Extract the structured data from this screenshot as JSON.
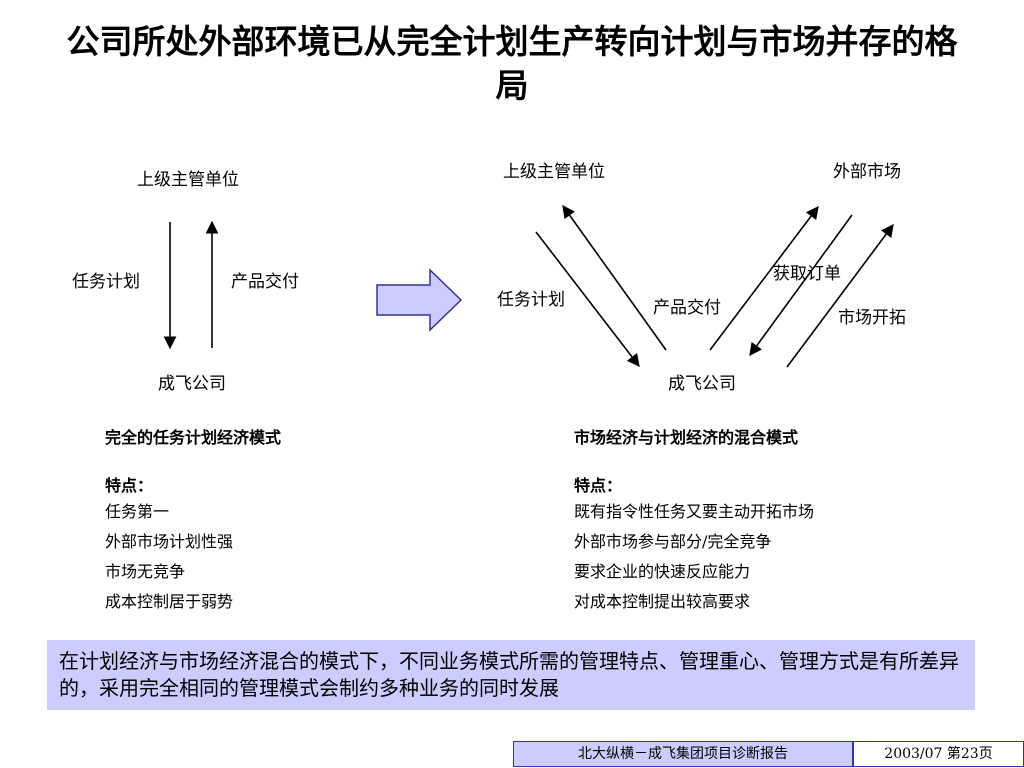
{
  "title": "公司所处外部环境已从完全计划生产转向计划与市场并存的格局",
  "left": {
    "top_label": "上级主管单位",
    "down_label": "任务计划",
    "up_label": "产品交付",
    "bottom_label": "成飞公司",
    "mode_title": "完全的任务计划经济模式",
    "features_heading": "特点：",
    "features": [
      "任务第一",
      "外部市场计划性强",
      "市场无竞争",
      "成本控制居于弱势"
    ]
  },
  "right": {
    "top_left_label": "上级主管单位",
    "top_right_label": "外部市场",
    "task_label": "任务计划",
    "delivery_label": "产品交付",
    "order_label": "获取订单",
    "market_label": "市场开拓",
    "bottom_label": "成飞公司",
    "mode_title": "市场经济与计划经济的混合模式",
    "features_heading": "特点：",
    "features": [
      "既有指令性任务又要主动开拓市场",
      "外部市场参与部分/完全竞争",
      "要求企业的快速反应能力",
      "对成本控制提出较高要求"
    ]
  },
  "note": "在计划经济与市场经济混合的模式下，不同业务模式所需的管理特点、管理重心、管理方式是有所差异的，采用完全相同的管理模式会制约多种业务的同时发展",
  "footer": {
    "project": "北大纵横－成飞集团项目诊断报告",
    "page": "2003/07  第23页"
  },
  "colors": {
    "note_bg": "#ccccff",
    "arrow_fill": "#ccccff",
    "arrow_stroke": "#333399"
  }
}
